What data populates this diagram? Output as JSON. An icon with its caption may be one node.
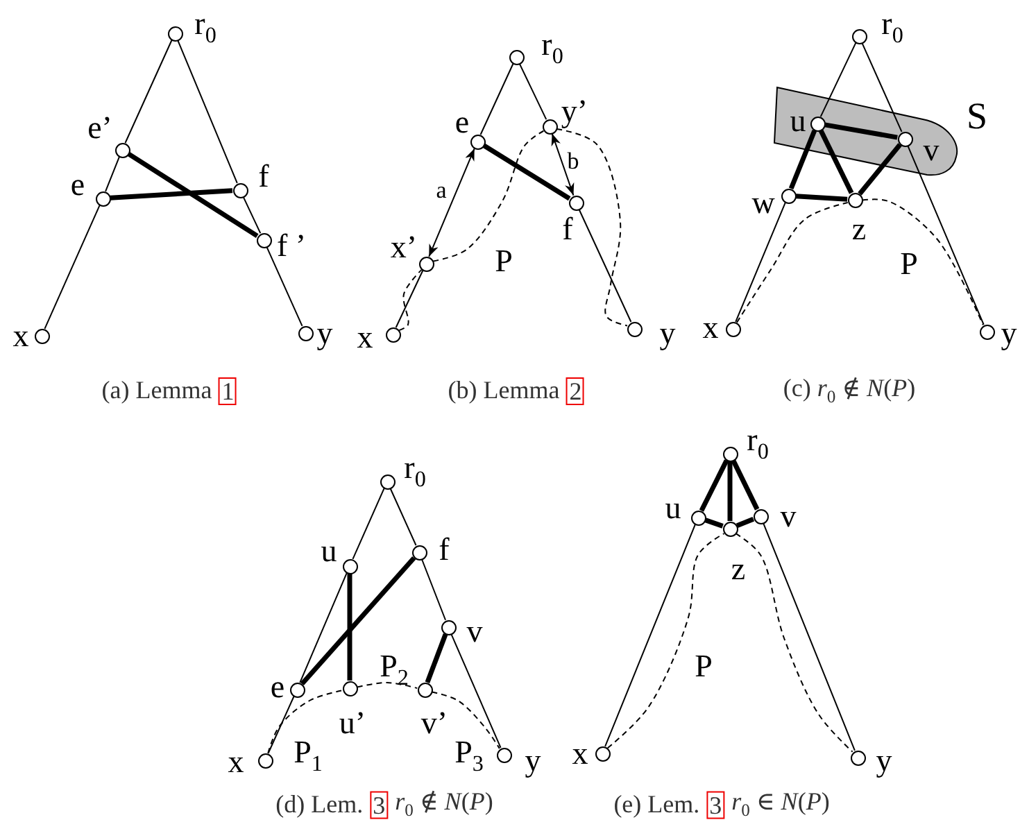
{
  "diagram": {
    "nodes": [
      {
        "text": [],
        "shape": "circle",
        "beside": [
          "r$_{0}$"
        ]
      },
      {
        "text": [],
        "shape": "circle",
        "beside": [
          "e’"
        ]
      },
      {
        "text": [],
        "shape": "circle",
        "beside": [
          "e"
        ]
      },
      {
        "text": [],
        "shape": "circle",
        "beside": [
          "f"
        ]
      },
      {
        "text": [],
        "shape": "circle",
        "beside": [
          "f ’"
        ]
      },
      {
        "text": [],
        "shape": "circle",
        "beside": [
          "x"
        ]
      },
      {
        "text": [],
        "shape": "circle",
        "beside": [
          "y"
        ]
      },
      {
        "text": [],
        "shape": "circle",
        "beside": [
          "r$_{0}$"
        ]
      },
      {
        "text": [],
        "shape": "circle",
        "beside": [
          "e"
        ]
      },
      {
        "text": [],
        "shape": "circle",
        "beside": [
          "y’"
        ]
      },
      {
        "text": [],
        "shape": "circle",
        "beside": [
          "x’"
        ]
      },
      {
        "text": [],
        "shape": "circle",
        "beside": [
          "f"
        ]
      },
      {
        "text": [],
        "shape": "circle",
        "beside": [
          "x"
        ]
      },
      {
        "text": [],
        "shape": "circle",
        "beside": [
          "y"
        ]
      },
      {
        "text": [],
        "shape": "circle",
        "beside": [
          "r$_{0}$"
        ]
      },
      {
        "text": [],
        "shape": "band",
        "beside": [
          "S"
        ]
      },
      {
        "text": [],
        "shape": "circle",
        "beside": [
          "u"
        ],
        "in": 15
      },
      {
        "text": [],
        "shape": "circle",
        "beside": [
          "v"
        ],
        "in": 15
      },
      {
        "text": [],
        "shape": "circle",
        "beside": [
          "w"
        ]
      },
      {
        "text": [],
        "shape": "circle",
        "beside": [
          "z"
        ]
      },
      {
        "text": [],
        "shape": "circle",
        "beside": [
          "x"
        ]
      },
      {
        "text": [],
        "shape": "circle",
        "beside": [
          "y"
        ]
      },
      {
        "text": [],
        "shape": "circle",
        "beside": [
          "r$_{0}$"
        ]
      },
      {
        "text": [],
        "shape": "circle",
        "beside": [
          "u"
        ]
      },
      {
        "text": [],
        "shape": "circle",
        "beside": [
          "f"
        ]
      },
      {
        "text": [],
        "shape": "circle",
        "beside": [
          "v"
        ]
      },
      {
        "text": [],
        "shape": "circle",
        "beside": [
          "e"
        ]
      },
      {
        "text": [],
        "shape": "circle",
        "beside": [
          "u’"
        ]
      },
      {
        "text": [],
        "shape": "circle",
        "beside": [
          "v’"
        ]
      },
      {
        "text": [],
        "shape": "circle",
        "beside": [
          "x"
        ]
      },
      {
        "text": [],
        "shape": "circle",
        "beside": [
          "y"
        ]
      },
      {
        "text": [],
        "shape": "circle",
        "beside": [
          "r$_{0}$"
        ]
      },
      {
        "text": [],
        "shape": "circle",
        "beside": [
          "u"
        ]
      },
      {
        "text": [],
        "shape": "circle",
        "beside": [
          "v"
        ]
      },
      {
        "text": [],
        "shape": "circle",
        "beside": [
          "z"
        ]
      },
      {
        "text": [],
        "shape": "circle",
        "beside": [
          "x"
        ]
      },
      {
        "text": [],
        "shape": "circle",
        "beside": [
          "y"
        ]
      }
    ],
    "edges": [
      {
        "from": 0,
        "to": 1,
        "arrow": "none"
      },
      {
        "from": 1,
        "to": 2,
        "arrow": "none"
      },
      {
        "from": 2,
        "to": 5,
        "arrow": "none"
      },
      {
        "from": 0,
        "to": 3,
        "arrow": "none"
      },
      {
        "from": 3,
        "to": 4,
        "arrow": "none"
      },
      {
        "from": 4,
        "to": 6,
        "arrow": "none"
      },
      {
        "from": 1,
        "to": 4,
        "arrow": "none",
        "style": "thick"
      },
      {
        "from": 2,
        "to": 3,
        "arrow": "none",
        "style": "thick"
      },
      {
        "from": 7,
        "to": 8,
        "arrow": "none"
      },
      {
        "from": 7,
        "to": 9,
        "arrow": "none"
      },
      {
        "from": 8,
        "to": 10,
        "arrow": "both",
        "label": "a"
      },
      {
        "from": 9,
        "to": 11,
        "arrow": "both",
        "label": "b"
      },
      {
        "from": 10,
        "to": 12,
        "arrow": "none"
      },
      {
        "from": 11,
        "to": 13,
        "arrow": "none"
      },
      {
        "from": 8,
        "to": 11,
        "arrow": "none",
        "style": "thick"
      },
      {
        "from": 12,
        "to": 10,
        "arrow": "none",
        "style": "dashed"
      },
      {
        "from": 10,
        "to": 9,
        "arrow": "none",
        "style": "dashed"
      },
      {
        "from": 9,
        "to": 13,
        "arrow": "none",
        "style": "dashed"
      },
      {
        "from": 14,
        "to": 16,
        "arrow": "none"
      },
      {
        "from": 14,
        "to": 17,
        "arrow": "none"
      },
      {
        "from": 17,
        "to": 21,
        "arrow": "none"
      },
      {
        "from": 18,
        "to": 20,
        "arrow": "none"
      },
      {
        "from": 16,
        "to": 17,
        "arrow": "none",
        "style": "thick"
      },
      {
        "from": 16,
        "to": 18,
        "arrow": "none",
        "style": "thick"
      },
      {
        "from": 16,
        "to": 19,
        "arrow": "none",
        "style": "thick"
      },
      {
        "from": 18,
        "to": 19,
        "arrow": "none",
        "style": "thick"
      },
      {
        "from": 17,
        "to": 19,
        "arrow": "none",
        "style": "thick"
      },
      {
        "from": 20,
        "to": 19,
        "arrow": "none",
        "style": "dashed"
      },
      {
        "from": 19,
        "to": 21,
        "arrow": "none",
        "style": "dashed"
      },
      {
        "from": 22,
        "to": 23,
        "arrow": "none"
      },
      {
        "from": 23,
        "to": 26,
        "arrow": "none"
      },
      {
        "from": 26,
        "to": 29,
        "arrow": "none"
      },
      {
        "from": 22,
        "to": 24,
        "arrow": "none"
      },
      {
        "from": 24,
        "to": 25,
        "arrow": "none"
      },
      {
        "from": 25,
        "to": 30,
        "arrow": "none"
      },
      {
        "from": 23,
        "to": 27,
        "arrow": "none",
        "style": "thick"
      },
      {
        "from": 26,
        "to": 24,
        "arrow": "none",
        "style": "thick"
      },
      {
        "from": 25,
        "to": 28,
        "arrow": "none",
        "style": "thick"
      },
      {
        "from": 29,
        "to": 27,
        "arrow": "none",
        "style": "dashed"
      },
      {
        "from": 27,
        "to": 28,
        "arrow": "none",
        "style": "dashed"
      },
      {
        "from": 28,
        "to": 30,
        "arrow": "none",
        "style": "dashed"
      },
      {
        "from": 31,
        "to": 32,
        "arrow": "none",
        "style": "thick"
      },
      {
        "from": 31,
        "to": 34,
        "arrow": "none",
        "style": "thick"
      },
      {
        "from": 31,
        "to": 33,
        "arrow": "none",
        "style": "thick"
      },
      {
        "from": 32,
        "to": 34,
        "arrow": "none",
        "style": "thick"
      },
      {
        "from": 34,
        "to": 33,
        "arrow": "none",
        "style": "thick"
      },
      {
        "from": 32,
        "to": 35,
        "arrow": "none"
      },
      {
        "from": 33,
        "to": 36,
        "arrow": "none"
      },
      {
        "from": 35,
        "to": 34,
        "arrow": "none",
        "style": "dashed"
      },
      {
        "from": 34,
        "to": 36,
        "arrow": "none",
        "style": "dashed"
      }
    ],
    "labels": [
      "P",
      "P",
      "(a) Lemma",
      "1",
      "(b) Lemma",
      "2",
      "(c) *r*$_{0}$ ∉ *N*(*P*)",
      "P$_{2}$",
      "P$_{1}$",
      "P$_{3}$",
      "P",
      "(d) Lem.",
      "3",
      "*r*$_{0}$ ∉ *N*(*P*)",
      "(e) Lem.",
      "3",
      "*r*$_{0}$ ∈ *N*(*P*)"
    ]
  }
}
